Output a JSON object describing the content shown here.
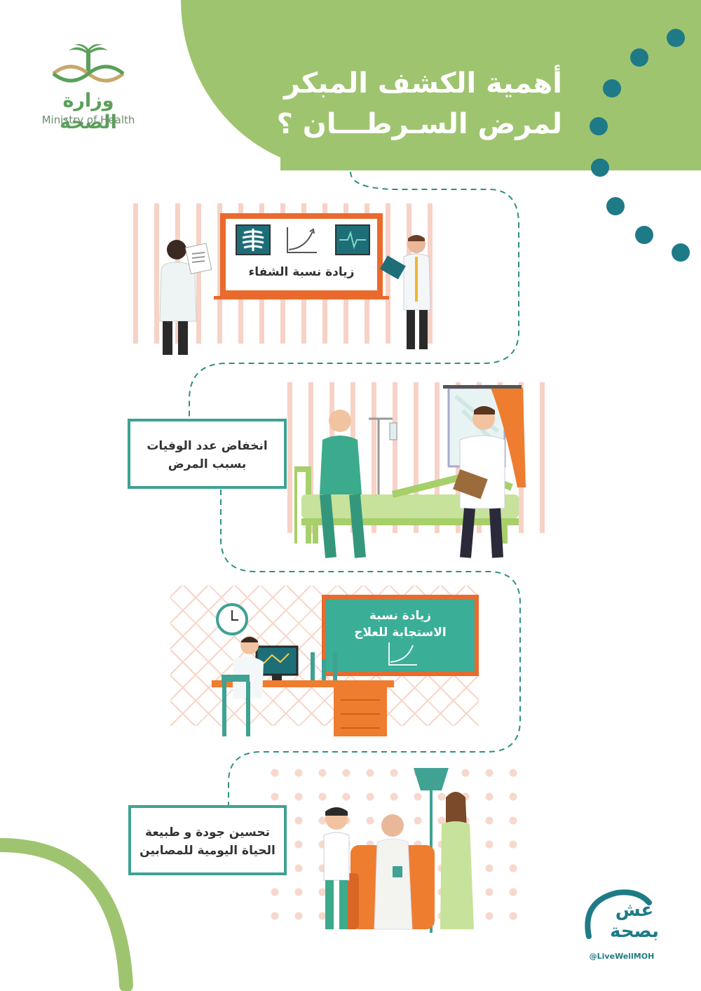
{
  "header": {
    "title_line1": "أهمية الكشف المبكر",
    "title_line2": "لمرض السـرطـــان ؟"
  },
  "logo": {
    "arabic": "وزارة الصحة",
    "english": "Ministry of Health"
  },
  "benefits": [
    {
      "text": "زيادة نسبة الشفاء"
    },
    {
      "line1": "انخفاض عدد الوفيات",
      "line2": "بسبب المرض"
    },
    {
      "line1": "زيادة نسبة",
      "line2": "الاستجابة للعلاج"
    },
    {
      "line1": "تحسين جودة و طبيعة",
      "line2": "الحياة اليومية للمصابين"
    }
  ],
  "brand": {
    "mark_line1": "عش",
    "mark_line2": "بصحة",
    "handle": "@LiveWellMOH"
  },
  "colors": {
    "header_green": "#9fc46f",
    "teal": "#1e7a87",
    "orange": "#e96a2c",
    "board_green": "#3aae96",
    "label_border": "#3fa293"
  }
}
